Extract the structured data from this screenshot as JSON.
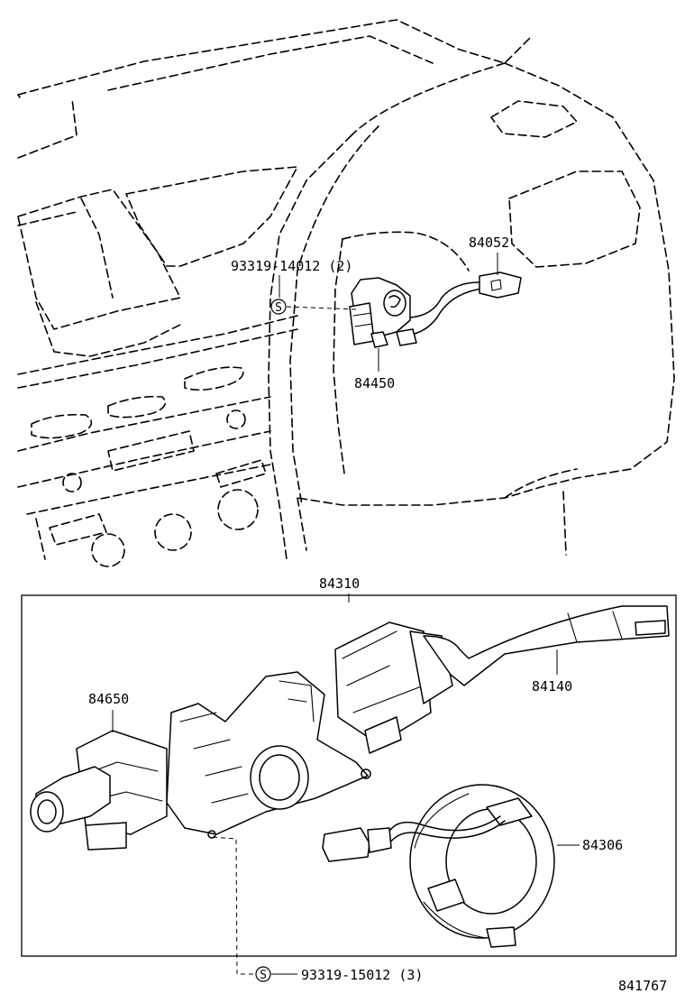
{
  "parts": {
    "p84052": "84052",
    "p84450": "84450",
    "p93319_14012": "93319-14012 (2)",
    "p84310": "84310",
    "p84650": "84650",
    "p84140": "84140",
    "p84306": "84306",
    "p93319_15012": "93319-15012 (3)"
  },
  "symbols": {
    "screw_symbol": "S"
  },
  "figure_code": "841767"
}
